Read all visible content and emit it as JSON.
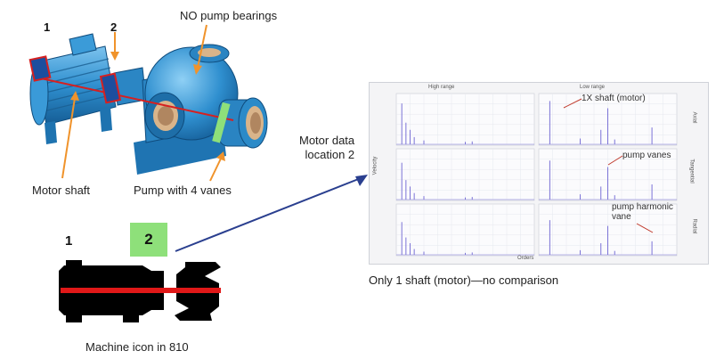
{
  "pump_photo": {
    "label_1": "1",
    "label_2": "2",
    "label_no_bearings": "NO pump bearings",
    "label_motor_shaft": "Motor shaft",
    "label_pump_vanes": "Pump with 4 vanes"
  },
  "machine_icon": {
    "label_1": "1",
    "label_2": "2",
    "caption": "Machine icon in 810"
  },
  "motor_data_label": "Motor data\nlocation 2",
  "spectrum": {
    "col_left_title": "High range",
    "col_right_title": "Low range",
    "row_labels": [
      "Axial",
      "Tangential",
      "Radial"
    ],
    "x_axis_label": "Orders",
    "y_axis_label": "Velocity",
    "annotations": {
      "shaft": "1X shaft (motor)",
      "vanes": "pump vanes",
      "harmonic": "pump harmonic\nvane"
    },
    "caption": "Only 1 shaft (motor)—no comparison"
  },
  "colors": {
    "pump_blue": "#2f8fcf",
    "orange": "#f0932b",
    "shaft_red": "#d62020",
    "sensor_green": "#8ee07a",
    "sensor_blue": "#1d4e9e",
    "arrow_navy": "#2a3f8f",
    "spectrum_line": "#7b73d6"
  }
}
